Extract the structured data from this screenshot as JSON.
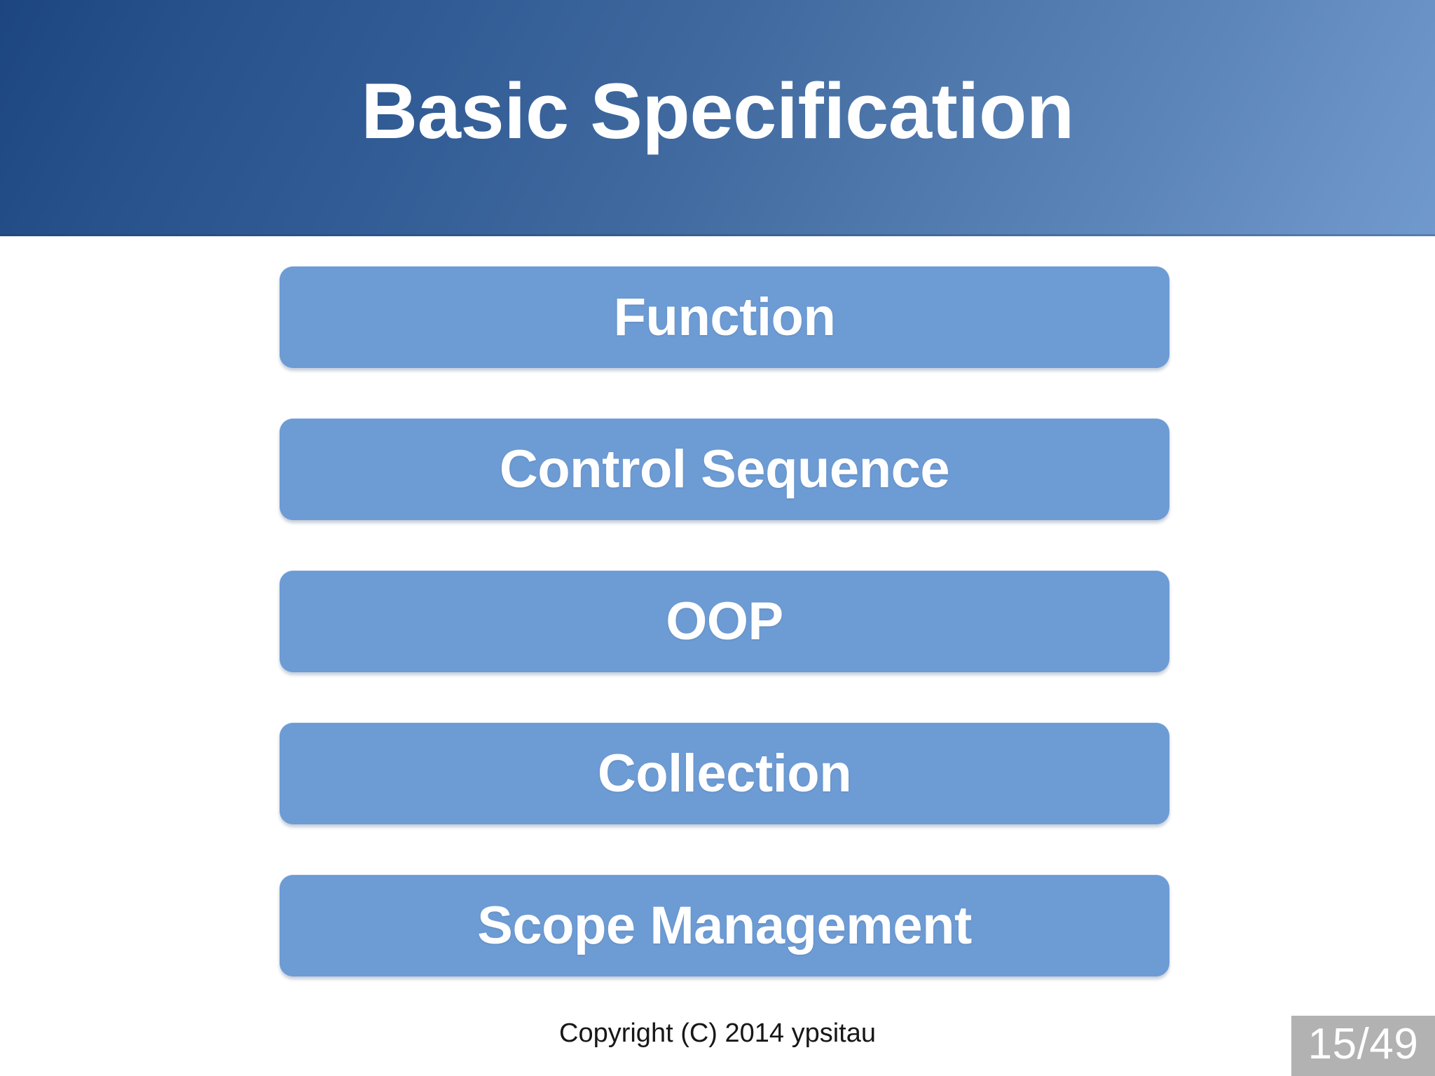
{
  "slide": {
    "title": "Basic Specification",
    "theme": {
      "header_gradient_start": "#1d4680",
      "header_gradient_end": "#7099cd",
      "box_fill": "#6d9bd4",
      "box_text_color": "#ffffff",
      "badge_background": "#b2b2b2",
      "badge_text_color": "#ffffff",
      "page_background": "#ffffff",
      "footer_text_color": "#171717"
    }
  },
  "content": {
    "boxes": [
      {
        "label": "Function"
      },
      {
        "label": "Control Sequence"
      },
      {
        "label": "OOP"
      },
      {
        "label": "Collection"
      },
      {
        "label": "Scope Management"
      }
    ]
  },
  "footer": {
    "copyright": "Copyright (C) 2014 ypsitau",
    "page_indicator": "15/49",
    "current_page": 15,
    "total_pages": 49
  }
}
